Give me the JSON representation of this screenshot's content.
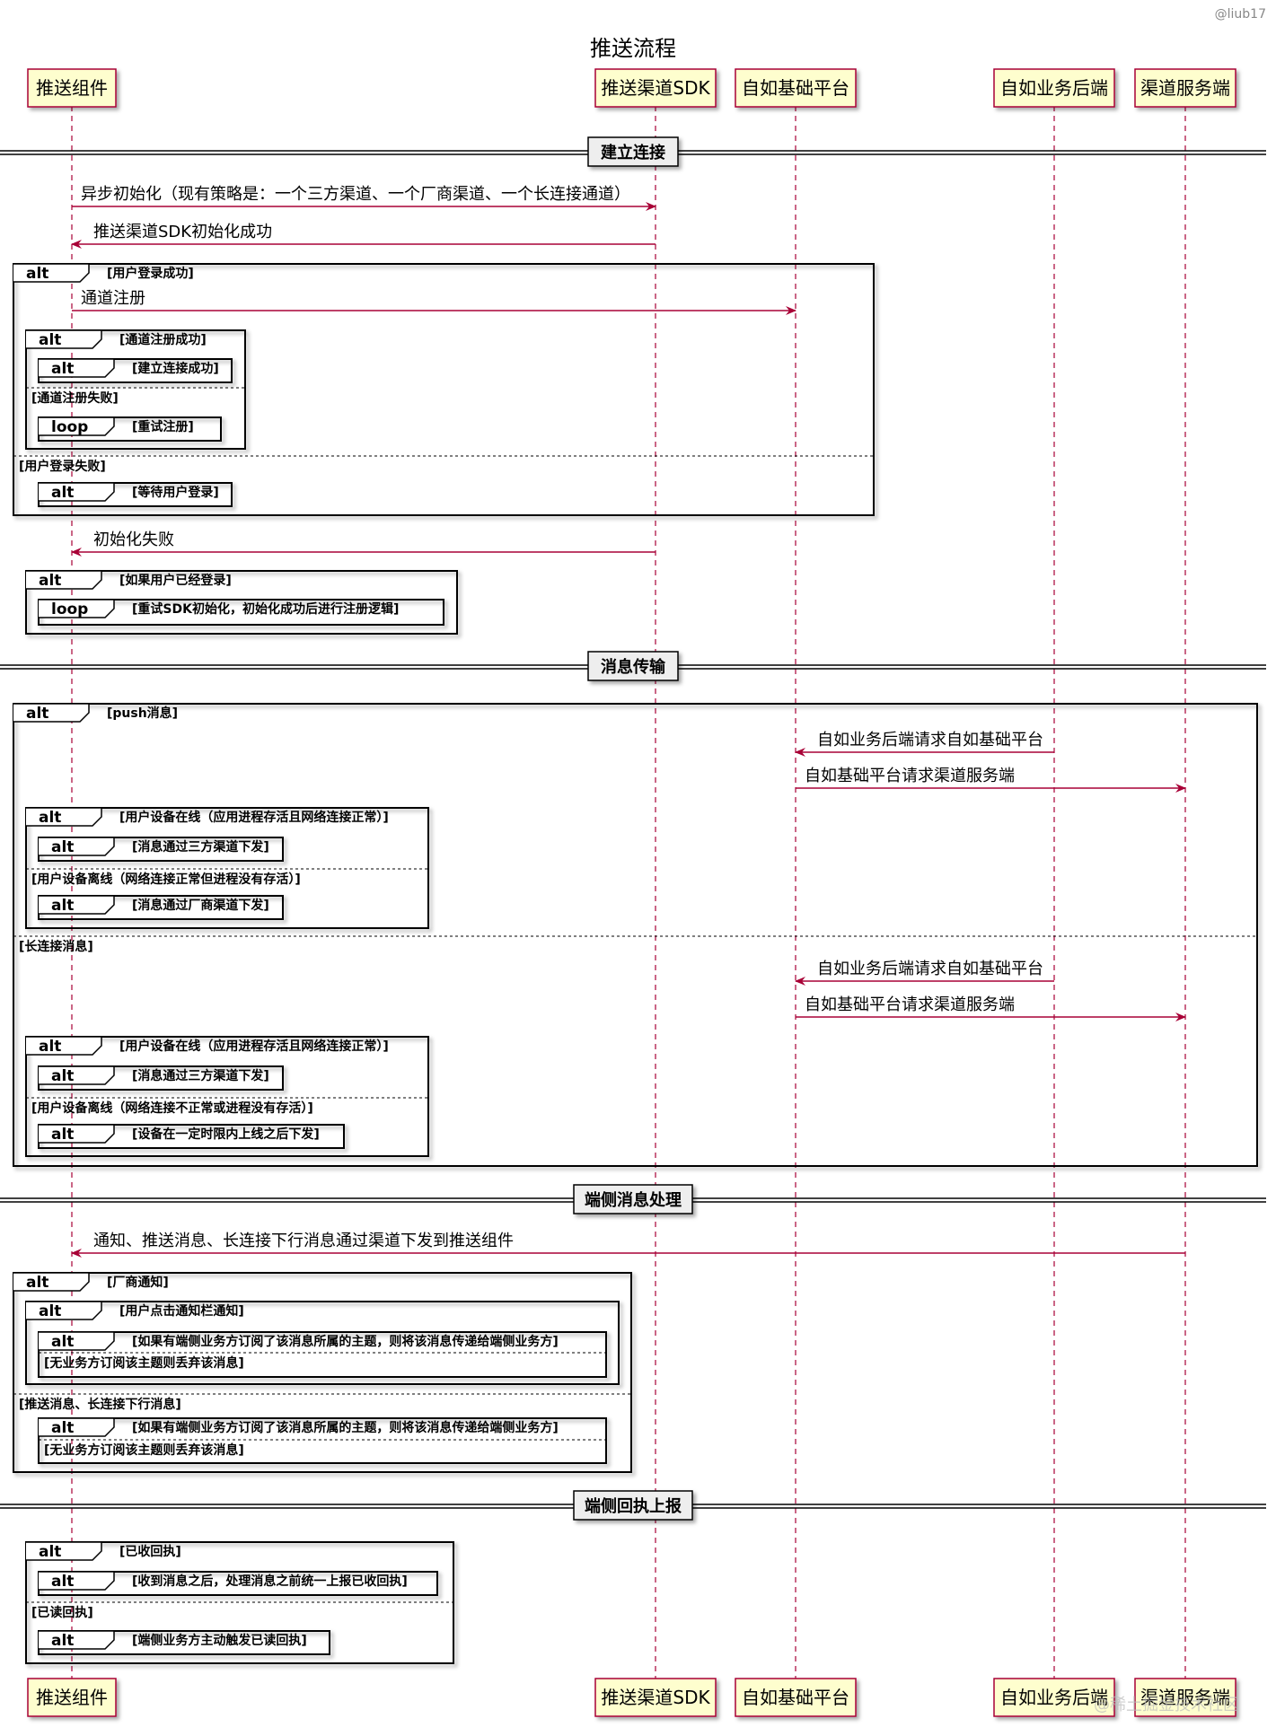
{
  "title": "推送流程",
  "watermark_top": "@liub17",
  "watermark_bottom": "@稀土掘金技术社区",
  "colors": {
    "participant_fill": "#FEFECE",
    "participant_stroke": "#A80036",
    "arrow": "#A80036",
    "lifeline": "#A80036",
    "frame_stroke": "#000000",
    "text": "#000000"
  },
  "participants": [
    {
      "id": "comp",
      "label": "推送组件"
    },
    {
      "id": "sdk",
      "label": "推送渠道SDK"
    },
    {
      "id": "base",
      "label": "自如基础平台"
    },
    {
      "id": "biz",
      "label": "自如业务后端"
    },
    {
      "id": "chan",
      "label": "渠道服务端"
    }
  ],
  "dividers": [
    {
      "label": "建立连接"
    },
    {
      "label": "消息传输"
    },
    {
      "label": "端侧消息处理"
    },
    {
      "label": "端侧回执上报"
    }
  ],
  "messages": [
    {
      "from": "comp",
      "to": "sdk",
      "label": "异步初始化（现有策略是：一个三方渠道、一个厂商渠道、一个长连接通道）"
    },
    {
      "from": "sdk",
      "to": "comp",
      "label": "推送渠道SDK初始化成功"
    },
    {
      "from": "comp",
      "to": "base",
      "label": "通道注册"
    },
    {
      "from": "sdk",
      "to": "comp",
      "label": "初始化失败"
    },
    {
      "from": "biz",
      "to": "base",
      "label": "自如业务后端请求自如基础平台"
    },
    {
      "from": "base",
      "to": "chan",
      "label": "自如基础平台请求渠道服务端"
    },
    {
      "from": "biz",
      "to": "base",
      "label": "自如业务后端请求自如基础平台"
    },
    {
      "from": "base",
      "to": "chan",
      "label": "自如基础平台请求渠道服务端"
    },
    {
      "from": "chan",
      "to": "comp",
      "label": "通知、推送消息、长连接下行消息通过渠道下发到推送组件"
    }
  ],
  "fragments": [
    {
      "keyword": "alt",
      "guard": "[用户登录成功]",
      "else": [
        {
          "guard": "[用户登录失败]"
        }
      ]
    },
    {
      "keyword": "alt",
      "guard": "[通道注册成功]",
      "else": [
        {
          "guard": "[通道注册失败]"
        }
      ]
    },
    {
      "keyword": "alt",
      "guard": "[建立连接成功]",
      "else": []
    },
    {
      "keyword": "loop",
      "guard": "[重试注册]",
      "else": []
    },
    {
      "keyword": "alt",
      "guard": "[等待用户登录]",
      "else": []
    },
    {
      "keyword": "alt",
      "guard": "[如果用户已经登录]",
      "else": []
    },
    {
      "keyword": "loop",
      "guard": "[重试SDK初始化，初始化成功后进行注册逻辑]",
      "else": []
    },
    {
      "keyword": "alt",
      "guard": "[push消息]",
      "else": [
        {
          "guard": "[长连接消息]"
        }
      ]
    },
    {
      "keyword": "alt",
      "guard": "[用户设备在线（应用进程存活且网络连接正常）]",
      "else": [
        {
          "guard": "[用户设备离线（网络连接正常但进程没有存活）]"
        }
      ]
    },
    {
      "keyword": "alt",
      "guard": "[消息通过三方渠道下发]",
      "else": []
    },
    {
      "keyword": "alt",
      "guard": "[消息通过厂商渠道下发]",
      "else": []
    },
    {
      "keyword": "alt",
      "guard": "[用户设备在线（应用进程存活且网络连接正常）]",
      "else": [
        {
          "guard": "[用户设备离线（网络连接不正常或进程没有存活）]"
        }
      ]
    },
    {
      "keyword": "alt",
      "guard": "[消息通过三方渠道下发]",
      "else": []
    },
    {
      "keyword": "alt",
      "guard": "[设备在一定时限内上线之后下发]",
      "else": []
    },
    {
      "keyword": "alt",
      "guard": "[厂商通知]",
      "else": [
        {
          "guard": "[推送消息、长连接下行消息]"
        }
      ]
    },
    {
      "keyword": "alt",
      "guard": "[用户点击通知栏通知]",
      "else": []
    },
    {
      "keyword": "alt",
      "guard": "[如果有端侧业务方订阅了该消息所属的主题，则将该消息传递给端侧业务方]",
      "else": [
        {
          "guard": "[无业务方订阅该主题则丢弃该消息]"
        }
      ]
    },
    {
      "keyword": "alt",
      "guard": "[如果有端侧业务方订阅了该消息所属的主题，则将该消息传递给端侧业务方]",
      "else": [
        {
          "guard": "[无业务方订阅该主题则丢弃该消息]"
        }
      ]
    },
    {
      "keyword": "alt",
      "guard": "[已收回执]",
      "else": [
        {
          "guard": "[已读回执]"
        }
      ]
    },
    {
      "keyword": "alt",
      "guard": "[收到消息之后，处理消息之前统一上报已收回执]",
      "else": []
    },
    {
      "keyword": "alt",
      "guard": "[端侧业务方主动触发已读回执]",
      "else": []
    }
  ]
}
